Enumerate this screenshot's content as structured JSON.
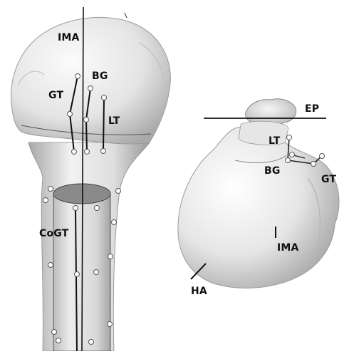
{
  "labels": {
    "left": {
      "ima": "IMA",
      "bg": "BG",
      "gt": "GT",
      "lt": "LT",
      "cogt": "CoGT"
    },
    "right": {
      "ep": "EP",
      "lt": "LT",
      "bg": "BG",
      "gt": "GT",
      "ima": "IMA",
      "ha": "HA"
    }
  },
  "colors": {
    "bone_light": "#f4f4f4",
    "bone_mid": "#d9d9d9",
    "bone_shadow": "#9c9c9c",
    "cylinder_top": "#8a8a8a",
    "line": "#111111",
    "marker_fill": "#ffffff",
    "marker_stroke": "#555555"
  }
}
